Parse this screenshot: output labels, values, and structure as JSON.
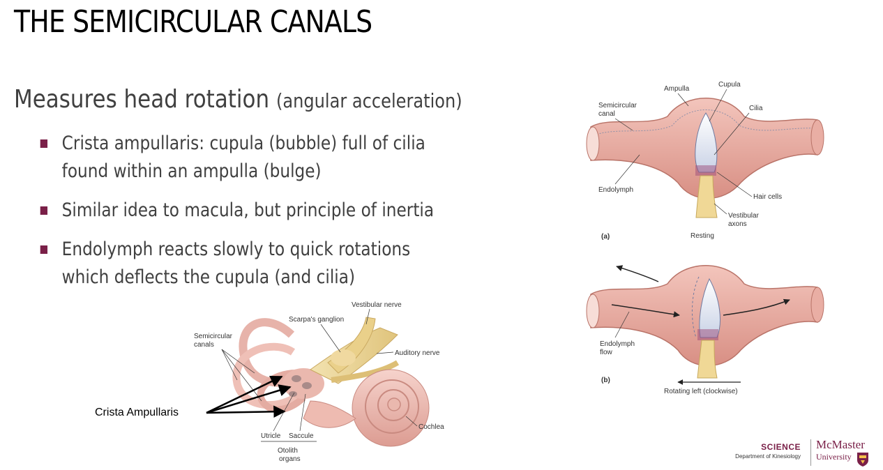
{
  "slide": {
    "title": "THE SEMICIRCULAR CANALS",
    "subtitle_main": "Measures head rotation",
    "subtitle_small": "(angular acceleration)",
    "bullets": [
      {
        "line1": "Crista ampullaris: cupula (bubble) full of cilia",
        "line2": "found within an ampulla (bulge)"
      },
      {
        "line1": "Similar idea to macula, but principle of inertia",
        "line2": ""
      },
      {
        "line1": "Endolymph reacts slowly to quick rotations",
        "line2": "which deflects the cupula (and cilia)"
      }
    ],
    "accent_color": "#7a2048"
  },
  "inner_ear_figure": {
    "semicircular_canals_1": "Semicircular",
    "semicircular_canals_2": "canals",
    "scarpas_ganglion": "Scarpa's ganglion",
    "vestibular_nerve": "Vestibular nerve",
    "auditory_nerve": "Auditory nerve",
    "cochlea": "Cochlea",
    "utricle": "Utricle",
    "saccule": "Saccule",
    "otolith_1": "Otolith",
    "otolith_2": "organs",
    "crista_label": "Crista Ampullaris"
  },
  "canal_figure": {
    "ampulla": "Ampulla",
    "cupula": "Cupula",
    "semicircular_1": "Semicircular",
    "semicircular_2": "canal",
    "cilia": "Cilia",
    "endolymph": "Endolymph",
    "hair_cells": "Hair cells",
    "vestibular_1": "Vestibular",
    "vestibular_2": "axons",
    "panel_a": "(a)",
    "resting": "Resting",
    "endolymph_flow_1": "Endolymph",
    "endolymph_flow_2": "flow",
    "panel_b": "(b)",
    "rotating": "Rotating left (clockwise)"
  },
  "logo": {
    "science": "SCIENCE",
    "department": "Department of Kinesiology",
    "mcmaster": "McMaster",
    "university": "University"
  }
}
